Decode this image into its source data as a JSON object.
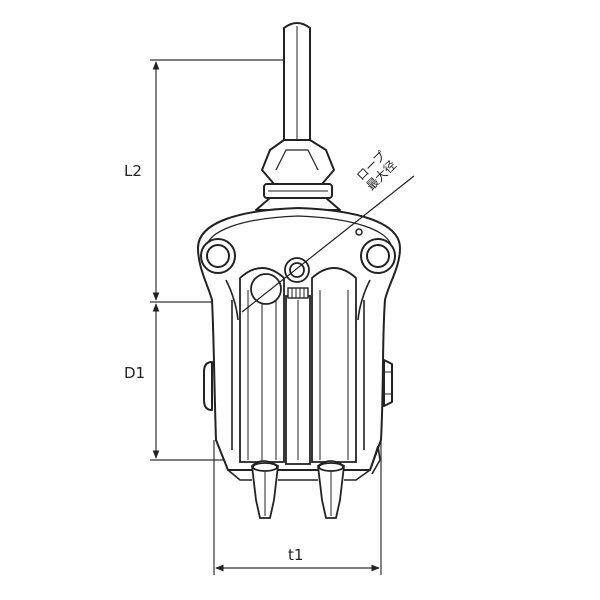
{
  "dimensions": {
    "l2": "L2",
    "d1": "D1",
    "t1": "t1"
  },
  "rope_label": {
    "line1": "ロープ",
    "line2": "最大径"
  },
  "colors": {
    "stroke": "#222222",
    "dim_line": "#333333",
    "background": "#ffffff"
  }
}
